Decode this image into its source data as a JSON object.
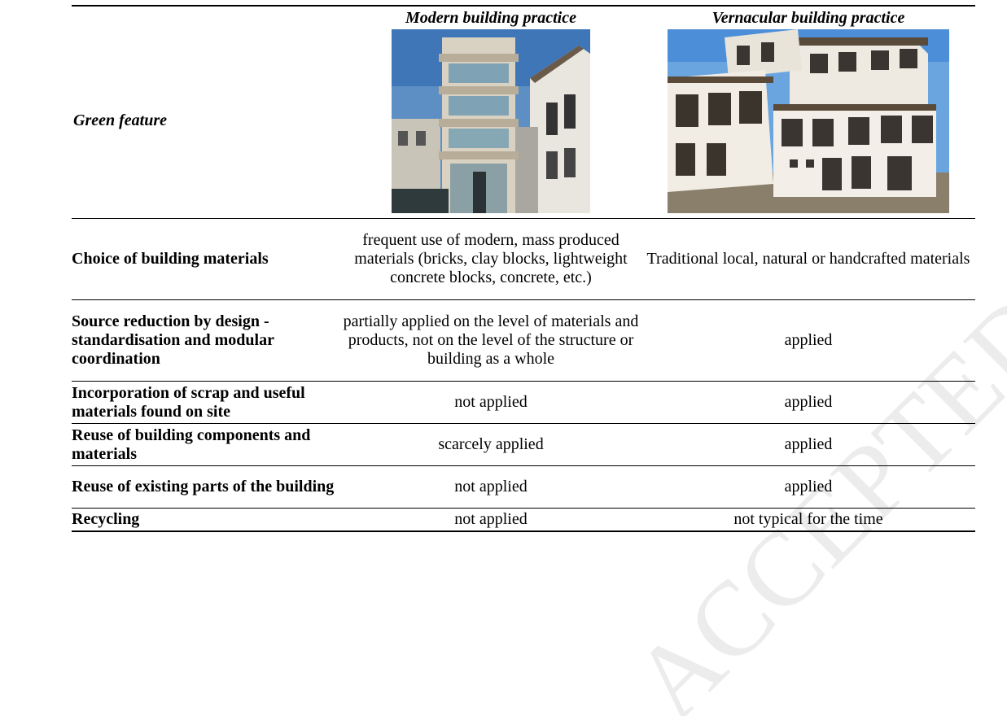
{
  "table": {
    "header": {
      "col_modern": "Modern building practice",
      "col_vernacular": "Vernacular building practice",
      "feature_label": "Green feature"
    },
    "rows": [
      {
        "feature": "Choice of building materials",
        "modern": "frequent use of modern, mass produced materials (bricks, clay blocks, lightweight concrete blocks, concrete, etc.)",
        "vernacular": "Traditional local, natural or handcrafted materials"
      },
      {
        "feature": "Source reduction by design - standardisation and modular coordination",
        "modern": "partially applied on the level of materials and products, not on the level of the structure or building as a whole",
        "vernacular": "applied"
      },
      {
        "feature": "Incorporation of scrap and useful materials found on site",
        "modern": "not applied",
        "vernacular": "applied"
      },
      {
        "feature": "Reuse of building components and materials",
        "modern": "scarcely applied",
        "vernacular": "applied"
      },
      {
        "feature": "Reuse of existing parts of the building",
        "modern": "not applied",
        "vernacular": "applied"
      },
      {
        "feature": "Recycling",
        "modern": "not applied",
        "vernacular": "not typical for the time"
      }
    ]
  },
  "watermark": {
    "text": "ACCEPTED MANUSCRIPT"
  }
}
